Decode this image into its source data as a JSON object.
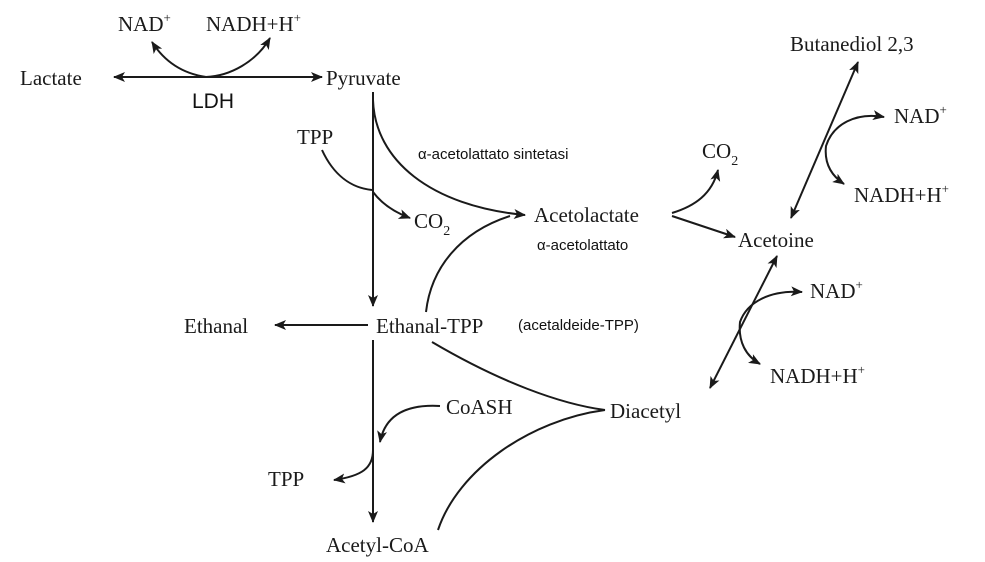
{
  "metabolites": {
    "nad_top": "NAD",
    "nadh_top": "NADH+H",
    "lactate": "Lactate",
    "pyruvate": "Pyruvate",
    "tpp_top": "TPP",
    "co2_mid_base": "CO",
    "co2_mid_sub": "2",
    "acetolactate": "Acetolactate",
    "co2_right_base": "CO",
    "co2_right_sub": "2",
    "butanediol": "Butanediol 2,3",
    "nad_upper_right": "NAD",
    "nadh_upper_right": "NADH+H",
    "acetoine": "Acetoine",
    "nad_lower_right": "NAD",
    "nadh_lower_right": "NADH+H",
    "ethanal": "Ethanal",
    "ethanal_tpp": "Ethanal-TPP",
    "coash": "CoASH",
    "diacetyl": "Diacetyl",
    "tpp_bottom": "TPP",
    "acetyl_coa": "Acetyl-CoA",
    "plus": "+"
  },
  "annotations": {
    "ldh": "LDH",
    "synthase": "α-acetolattato sintetasi",
    "acetolattato": "α-acetolattato",
    "acetaldeide_tpp": "(acetaldeide-TPP)"
  },
  "colors": {
    "ink": "#1a1a1a",
    "background": "#ffffff"
  }
}
